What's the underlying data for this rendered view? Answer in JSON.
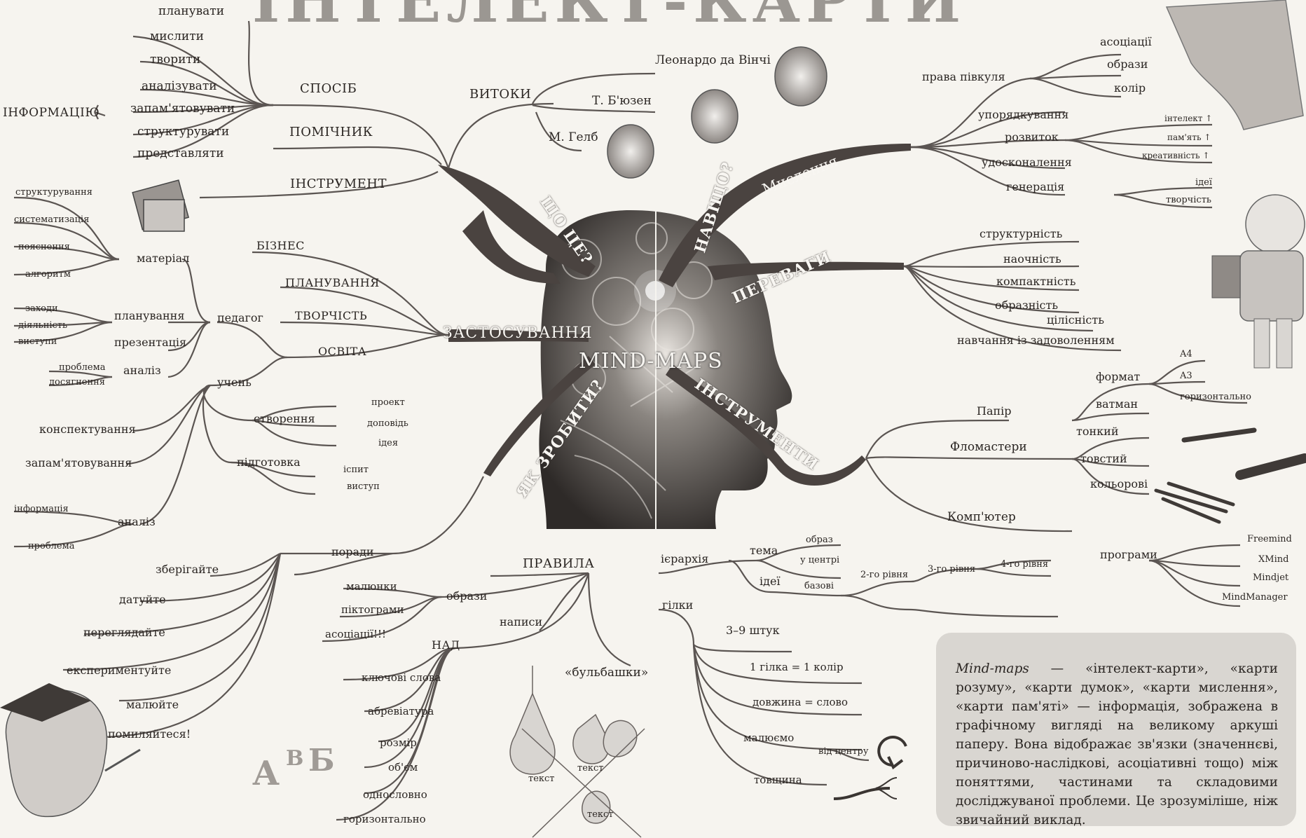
{
  "title": "ІНТЕЛЕКТ-КАРТИ",
  "center": "MIND-MAPS",
  "branches": {
    "what": "ЩО ЦЕ?",
    "why": "НАВІЩО?",
    "thinking": "Мислення",
    "advantages": "ПЕРЕВАГИ",
    "usage": "ЗАСТОСУВАННЯ",
    "how": "ЯК ЗРОБИТИ?",
    "tools": "ІНСТРУМЕНТИ",
    "rules": "ПРАВИЛА"
  },
  "info_verbs": [
    "планувати",
    "мислити",
    "творити",
    "аналізувати",
    "запам'ятовувати",
    "структурувати",
    "представляти"
  ],
  "info_target": "ІНФОРМАЦІЮ",
  "what_items": {
    "method": "СПОСІБ",
    "helper": "ПОМІЧНИК",
    "instrument": "ІНСТРУМЕНТ",
    "origins": "ВИТОКИ"
  },
  "origins": [
    "Леонардо да Вінчі",
    "Т. Б'юзен",
    "М. Гелб"
  ],
  "usage_items": [
    "БІЗНЕС",
    "ПЛАНУВАННЯ",
    "ТВОРЧІСТЬ",
    "ОСВІТА"
  ],
  "teacher": {
    "label": "педагог",
    "material": "матеріал",
    "material_items": [
      "структурування",
      "систематизація",
      "пояснення",
      "алгоритм"
    ],
    "planning": "планування",
    "planning_items": [
      "заходи",
      "діяльність",
      "виступи"
    ],
    "presentation": "презентація",
    "analysis": "аналіз",
    "analysis_items": [
      "проблема",
      "досягнення"
    ]
  },
  "student": {
    "label": "учень",
    "creation": "створення",
    "creation_items": [
      "проект",
      "доповідь",
      "ідея"
    ],
    "preparation": "підготовка",
    "preparation_items": [
      "іспит",
      "виступ"
    ],
    "notes": "конспектування",
    "memorize": "запам'ятовування",
    "analysis": "аналіз",
    "analysis_items": [
      "інформація",
      "проблема"
    ]
  },
  "why": {
    "right_hemisphere": "права півкуля",
    "rh_items": [
      "асоціації",
      "образи",
      "колір"
    ],
    "ordering": "упорядкування",
    "development": "розвиток",
    "improvement": "удосконалення",
    "generation": "генерація",
    "dev_items": [
      "інтелект ↑",
      "пам'ять ↑",
      "креативність ↑"
    ],
    "gen_items": [
      "ідеї",
      "творчість"
    ]
  },
  "advantages": [
    "структурність",
    "наочність",
    "компактність",
    "образність",
    "цілісність",
    "навчання із задоволенням"
  ],
  "tools": {
    "paper": "Папір",
    "format": "формат",
    "formats": [
      "A4",
      "A3",
      "горизонтально"
    ],
    "whatman": "ватман",
    "markers": "Фломастери",
    "marker_items": [
      "тонкий",
      "товстий",
      "кольорові"
    ],
    "computer": "Комп'ютер",
    "programs": "програми",
    "program_items": [
      "Freemind",
      "XMind",
      "Mindjet",
      "MindManager"
    ]
  },
  "hierarchy": {
    "label": "ієрархія",
    "theme": "тема",
    "theme_items": [
      "образ",
      "у центрі"
    ],
    "ideas": "ідеї",
    "basic": "базові",
    "levels": [
      "2-го рівня",
      "3-го рівня",
      "4-го рівня"
    ]
  },
  "branches_rules": {
    "label": "гілки",
    "items": [
      "3–9 штук",
      "1 гілка = 1 колір",
      "довжина = слово",
      "малюємо",
      "товщина"
    ],
    "from_center": "від центру"
  },
  "advice": {
    "label": "поради",
    "items": [
      "зберігайте",
      "датуйте",
      "переглядайте",
      "експериментуйте",
      "малюйте",
      "помиляйтеся!"
    ]
  },
  "images_rules": {
    "label": "образи",
    "items": [
      "малюнки",
      "піктограми",
      "асоціації!!!"
    ]
  },
  "inscriptions": {
    "label": "написи",
    "above": "НАД",
    "items": [
      "ключові слова",
      "абревіатура",
      "розмір",
      "об'єм",
      "однословно",
      "горизонтально"
    ],
    "bubbles": "«бульбашки»",
    "bubble_text": "текст"
  },
  "abc": {
    "a": "А",
    "b": "В",
    "c": "Б"
  },
  "definition": {
    "term": "Mind-maps",
    "text": " — «інтелект-карти», «карти розуму», «карти думок», «карти мислення», «карти пам'яті» — інформація, зображена в графічному вигляді на великому аркуші паперу. Вона відображає зв'язки (значеннєві, причиново-наслідкові, асоціативні тощо) між поняттями, частинами та складовими досліджуваної проблеми. Це зрозуміліше, ніж звичайний виклад."
  },
  "colors": {
    "branch": "#4a4340",
    "line": "#5b5552",
    "head": "#3b3634",
    "paper": "#f6f4ef",
    "box": "#d9d6d1"
  }
}
